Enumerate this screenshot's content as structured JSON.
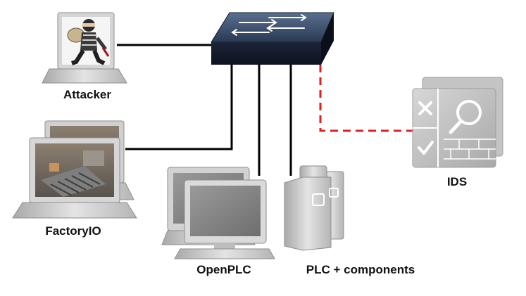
{
  "nodes": {
    "attacker": {
      "label": "Attacker",
      "icon": "laptop-attacker-icon"
    },
    "factoryio": {
      "label": "FactoryIO",
      "icon": "laptop-stack-icon"
    },
    "openplc": {
      "label": "OpenPLC",
      "icon": "workstation-stack-icon"
    },
    "plc": {
      "label": "PLC + components",
      "icon": "plc-rack-icon"
    },
    "ids": {
      "label": "IDS",
      "icon": "firewall-ids-icon"
    },
    "switch": {
      "label": "",
      "icon": "network-switch-icon"
    }
  },
  "links": [
    {
      "from": "attacker",
      "to": "switch",
      "style": "solid"
    },
    {
      "from": "factoryio",
      "to": "switch",
      "style": "solid"
    },
    {
      "from": "openplc",
      "to": "switch",
      "style": "solid"
    },
    {
      "from": "plc",
      "to": "switch",
      "style": "solid"
    },
    {
      "from": "ids",
      "to": "switch",
      "style": "dashed"
    }
  ],
  "colors": {
    "link": "#000000",
    "monitor_link": "#e02020",
    "switch_body": "#1f2d44",
    "device_gray": "#c9c9c9"
  }
}
